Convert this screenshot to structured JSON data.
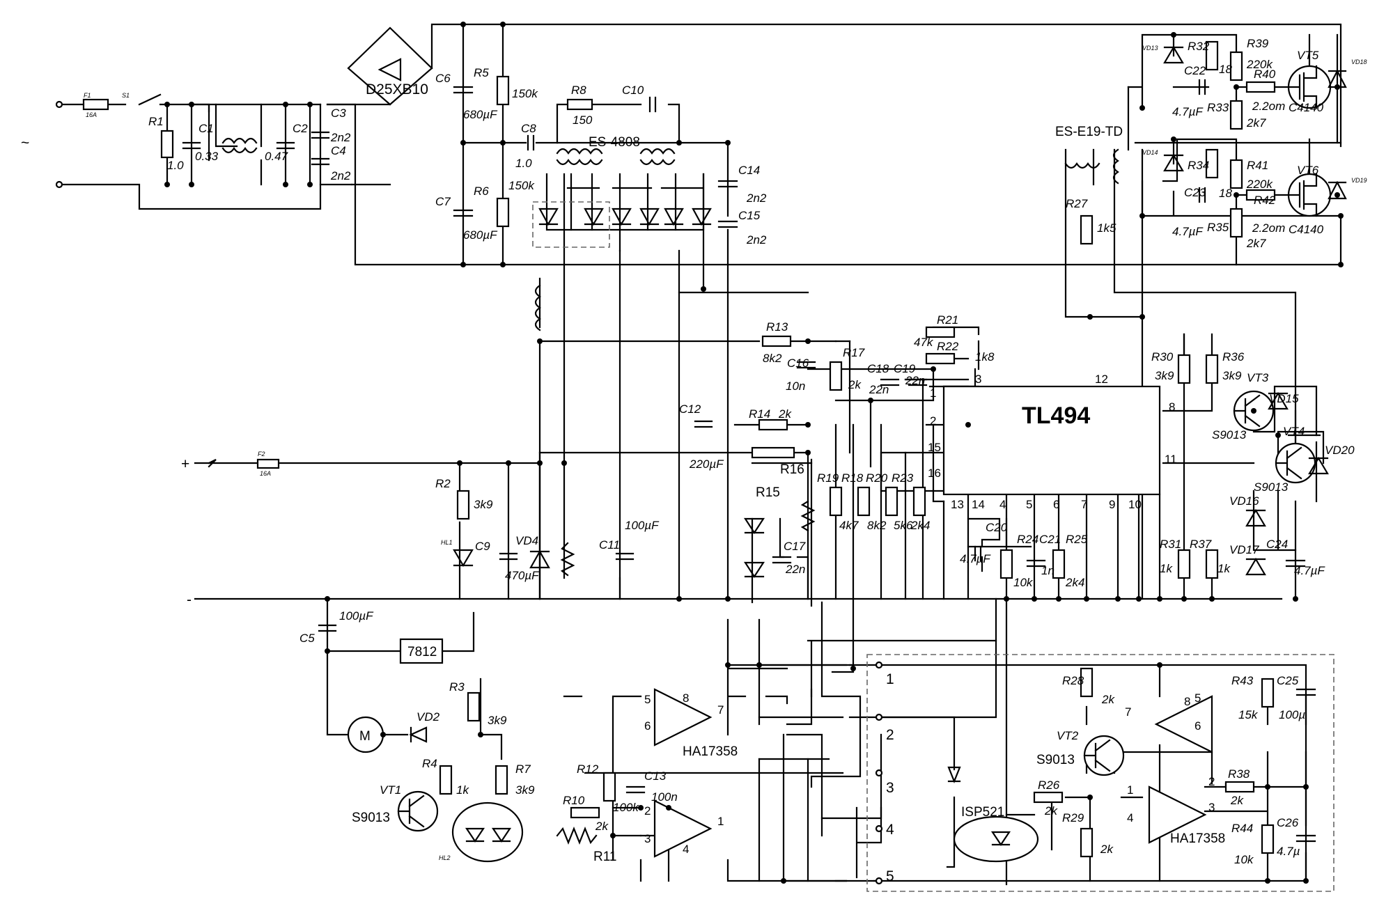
{
  "components": {
    "fuse_f1": "F1",
    "fuse_f1_rating": "16A",
    "switch_s1": "S1",
    "fuse_f2": "F2",
    "fuse_f2_rating": "16A",
    "r1": "R1",
    "r1_val": "1.0",
    "c1": "C1",
    "c1_val": "0.33",
    "c2": "C2",
    "c2_val": "0.47",
    "c3": "C3",
    "c3_val": "2n2",
    "c4": "C4",
    "c4_val": "2n2",
    "bridge": "D25XB10",
    "c6": "C6",
    "c6_val": "680µF",
    "c7": "C7",
    "c7_val": "680µF",
    "r5": "R5",
    "r5_val": "150k",
    "r6": "R6",
    "r6_val": "150k",
    "c8": "C8",
    "c8_val": "1.0",
    "r8": "R8",
    "r8_val": "150",
    "c10": "C10",
    "transformer_main": "ES-4808",
    "transformer_drive": "ES-E19-TD",
    "c14": "C14",
    "c14_val": "2n2",
    "c15": "C15",
    "c15_val": "2n2",
    "c12": "C12",
    "c12_val": "220µF",
    "r2": "R2",
    "r2_val": "3k9",
    "hl1": "HL1",
    "c9": "C9",
    "c9_val": "470µF",
    "vd4": "VD4",
    "c11": "C11",
    "c11_val": "100µF",
    "c5": "C5",
    "c5_val": "100µF",
    "reg": "7812",
    "r13": "R13",
    "r13_val": "8k2",
    "c16": "C16",
    "c16_val": "10n",
    "r17": "R17",
    "r17_val": "2k",
    "c18": "C18",
    "c18_val": "22n",
    "c19": "C19",
    "c19_val": "22n",
    "r21": "R21",
    "r21_val": "47k",
    "r22": "R22",
    "r22_val": "1k8",
    "r14": "R14",
    "r14_val": "2k",
    "r16": "R16",
    "r15": "R15",
    "r19": "R19",
    "r18": "R18",
    "r18_val": "4k7",
    "r20": "R20",
    "r20_val": "8k2",
    "r23": "R23",
    "r23_val": "5k6",
    "r23b_val": "2k4",
    "c17": "C17",
    "c17_val": "22n",
    "c20": "C20",
    "c20_val": "4.7µF",
    "r24": "R24",
    "r24_val": "10k",
    "c21": "C21",
    "c21_val": "1n",
    "r25": "R25",
    "r25_val": "2k4",
    "r27": "R27",
    "r27_val": "1k5",
    "r30": "R30",
    "r30_val": "3k9",
    "r36": "R36",
    "r36_val": "3k9",
    "r31": "R31",
    "r31_val": "1k",
    "r37": "R37",
    "r37_val": "1k",
    "vt3": "VT3",
    "vt3_type": "S9013",
    "vt4": "VT4",
    "vt4_type": "S9013",
    "vd15": "VD15",
    "vd16": "VD16",
    "vd17": "VD17",
    "vd20": "VD20",
    "c24": "C24",
    "c24_val": "4.7µF",
    "vd13": "VD13",
    "vd14": "VD14",
    "vd18": "VD18",
    "vd19": "VD19",
    "r32": "R32",
    "r32_val": "18",
    "r34": "R34",
    "r34_val": "18",
    "c22": "C22",
    "c22_val": "4.7µF",
    "c23": "C23",
    "c23_val": "4.7µF",
    "r33": "R33",
    "r35": "R35",
    "r39": "R39",
    "r39_val": "220k",
    "r41": "R41",
    "r41_val": "220k",
    "r40": "R40",
    "r40_val": "2.2om",
    "r42": "R42",
    "r42_val": "2.2om",
    "r33_val": "2k7",
    "r35_val": "2k7",
    "vt5": "VT5",
    "vt5_type": "C4140",
    "vt6": "VT6",
    "vt6_type": "C4140",
    "r3": "R3",
    "r3_val": "3k9",
    "vd2": "VD2",
    "motor": "M",
    "r4": "R4",
    "r4_val": "1k",
    "r7": "R7",
    "r7_val": "3k9",
    "vt1": "VT1",
    "vt1_type": "S9013",
    "hl2": "HL2",
    "opamp1": "HA17358",
    "r12": "R12",
    "r12_val": "100k",
    "c13": "C13",
    "c13_val": "100n",
    "r10": "R10",
    "r10_val": "2k",
    "r11": "R11",
    "r28": "R28",
    "r28_val": "2k",
    "vt2": "VT2",
    "vt2_type": "S9013",
    "opto": "ISP521",
    "r26": "R26",
    "r26_val": "2k",
    "r29": "R29",
    "r29_val": "2k",
    "opamp2": "HA17358",
    "r43": "R43",
    "r43_val": "15k",
    "c25": "C25",
    "c25_val": "100µ",
    "r38": "R38",
    "r38_val": "2k",
    "r44": "R44",
    "r44_val": "10k",
    "c26": "C26",
    "c26_val": "4.7µ"
  },
  "ic": {
    "name": "TL494",
    "pins": {
      "p1": "1",
      "p2": "2",
      "p3": "3",
      "p4": "4",
      "p5": "5",
      "p6": "6",
      "p7": "7",
      "p8": "8",
      "p9": "9",
      "p10": "10",
      "p11": "11",
      "p12": "12",
      "p13": "13",
      "p14": "14",
      "p15": "15",
      "p16": "16"
    }
  },
  "opamp_pins": {
    "a8": "8",
    "a5": "5",
    "a6": "6",
    "a7": "7",
    "a4": "4",
    "a2": "2",
    "a3": "3",
    "a1": "1"
  },
  "terminals": {
    "plus": "+",
    "minus": "-",
    "t1": "1",
    "t2": "2",
    "t3": "3",
    "t4": "4",
    "t5": "5",
    "ac": "~"
  },
  "opamp2_pins": {
    "b8": "8",
    "b7": "7",
    "b5": "5",
    "b6": "6",
    "b1": "1",
    "b2": "2",
    "b3": "3",
    "b4": "4"
  }
}
